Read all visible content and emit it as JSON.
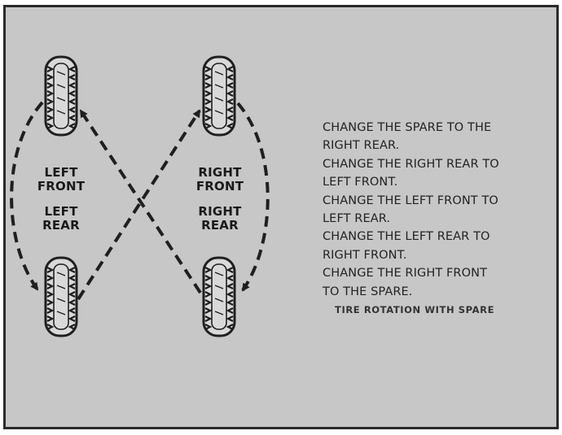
{
  "diagram": {
    "tire_labels": {
      "left_front": "LEFT\nFRONT",
      "left_rear": "LEFT\nREAR",
      "right_front": "RIGHT\nFRONT",
      "right_rear": "RIGHT\nREAR"
    },
    "instructions": [
      "CHANGE THE SPARE TO THE",
      "RIGHT REAR.",
      "CHANGE THE RIGHT REAR TO",
      "LEFT FRONT.",
      "CHANGE THE LEFT FRONT TO",
      "LEFT REAR.",
      "CHANGE THE LEFT REAR TO",
      "RIGHT FRONT.",
      "CHANGE THE RIGHT FRONT",
      "TO THE SPARE."
    ],
    "caption": "TIRE ROTATION WITH SPARE",
    "colors": {
      "background": "#c7c7c7",
      "ink": "#1f1f1f",
      "tire_fill": "#d9d9d9"
    }
  }
}
